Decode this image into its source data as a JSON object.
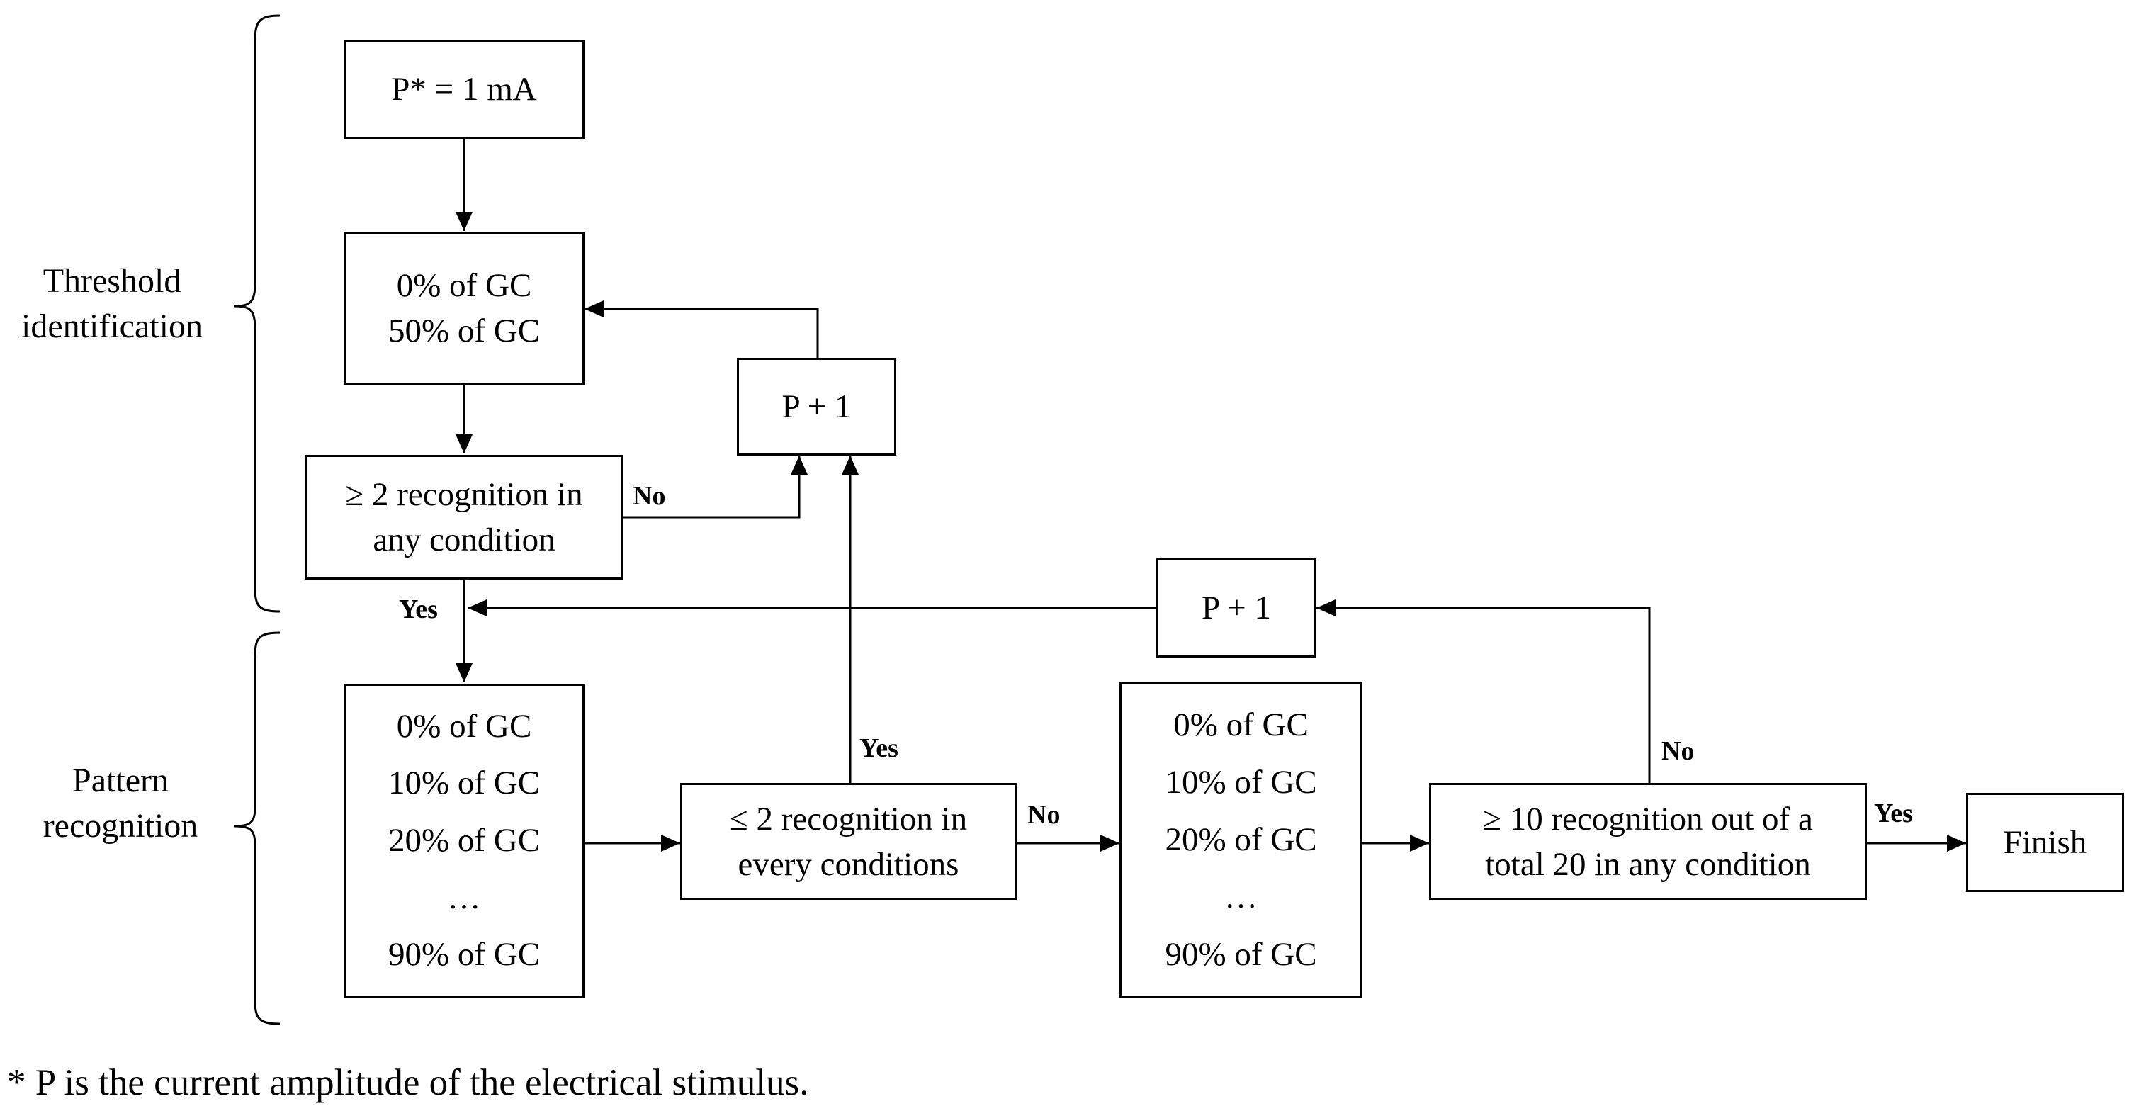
{
  "sections": {
    "threshold": "Threshold identification",
    "pattern": "Pattern recognition"
  },
  "boxes": {
    "start": "P* = 1 mA",
    "threshold_stim": [
      "0% of GC",
      "50% of GC"
    ],
    "increment_top": "P + 1",
    "threshold_decision": [
      "≥ 2 recognition in",
      "any condition"
    ],
    "increment_mid": "P + 1",
    "pattern_stim_1": [
      "0% of GC",
      "10% of GC",
      "20% of GC",
      "…",
      "90% of GC"
    ],
    "pattern_decision_1": [
      "≤ 2 recognition in",
      "every conditions"
    ],
    "pattern_stim_2": [
      "0% of GC",
      "10% of GC",
      "20% of GC",
      "…",
      "90% of GC"
    ],
    "pattern_decision_2": [
      "≥ 10 recognition out of a",
      "total 20 in any condition"
    ],
    "finish": "Finish"
  },
  "edge_labels": {
    "threshold_no": "No",
    "threshold_yes": "Yes",
    "pattern1_yes": "Yes",
    "pattern1_no": "No",
    "pattern2_no": "No",
    "pattern2_yes": "Yes"
  },
  "footnote": "* P is the current amplitude of the electrical stimulus."
}
